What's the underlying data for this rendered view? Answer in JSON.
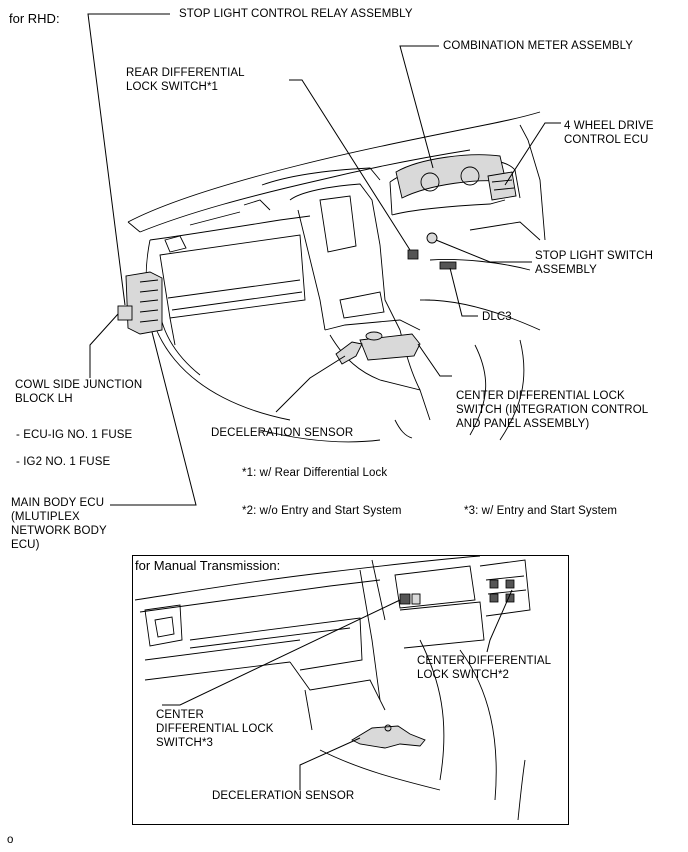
{
  "header": {
    "for_rhd": "for RHD:"
  },
  "labels": {
    "stop_light_relay": "STOP LIGHT CONTROL RELAY ASSEMBLY",
    "combination_meter": "COMBINATION METER ASSEMBLY",
    "rear_diff_lock": "REAR DIFFERENTIAL\nLOCK SWITCH*1",
    "four_wd_ecu": "4 WHEEL DRIVE\nCONTROL ECU",
    "stop_light_switch": "STOP LIGHT SWITCH\nASSEMBLY",
    "dlc3": "DLC3",
    "center_diff_lock": "CENTER DIFFERENTIAL LOCK\nSWITCH (INTEGRATION CONTROL\nAND PANEL ASSEMBLY)",
    "deceleration_sensor": "DECELERATION SENSOR",
    "cowl_junction": "COWL SIDE JUNCTION\nBLOCK LH",
    "ecu_ig_fuse": "- ECU-IG NO. 1 FUSE",
    "ig2_fuse": "- IG2 NO. 1 FUSE",
    "main_body_ecu": "MAIN BODY ECU\n(MLUTIPLEX\nNETWORK BODY\nECU)"
  },
  "footnotes": {
    "note1": "*1: w/ Rear Differential Lock",
    "note2": "*2: w/o Entry and Start System",
    "note3": "*3: w/ Entry and Start System"
  },
  "inset": {
    "title": "for Manual Transmission:",
    "center_diff_lock_2": "CENTER DIFFERENTIAL\nLOCK SWITCH*2",
    "center_diff_lock_3": "CENTER\nDIFFERENTIAL LOCK\nSWITCH*3",
    "deceleration_sensor": "DECELERATION SENSOR"
  },
  "page_mark": "o"
}
